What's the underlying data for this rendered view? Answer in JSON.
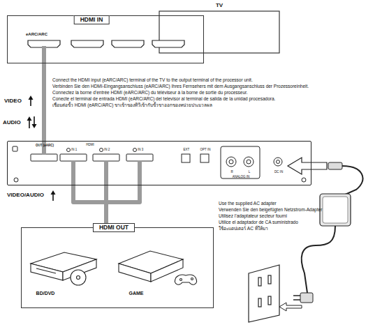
{
  "diagram": {
    "nodes": [
      {
        "text": [
          "TV"
        ]
      },
      {
        "text": [
          "HDMI IN",
          "eARC/ARC"
        ]
      },
      {
        "text": [
          "OUT (eARC)",
          "HDMI",
          "IN 1",
          "IN 2",
          "IN 3",
          "EXT",
          "OPT IN",
          "R",
          "L",
          "ANALOG IN",
          "DC IN"
        ]
      },
      {
        "text": [
          "HDMI OUT"
        ]
      },
      {
        "text": [
          "BD/DVD"
        ],
        "in": 3
      },
      {
        "text": [
          "GAME"
        ],
        "in": 3
      }
    ],
    "edges": [
      {
        "from": 1,
        "to": 2,
        "arrow": "none"
      },
      {
        "from": 3,
        "to": 2,
        "arrow": "none"
      }
    ],
    "labels": [
      "Connect the HDMI input (eARC/ARC) terminal of the TV to the output terminal of the processor unit.",
      "Verbinden Sie den HDMI-Eingangsanschluss (eARC/ARC) Ihres Fernsehers mit dem Ausgangsanschluss der Prozessoreinheit.",
      "Connectez la borne d’entrée HDMI (eARC/ARC) du téléviseur à la borne de sortie du processeur.",
      "Conecte el terminal de entrada HDMI (eARC/ARC) del televisor al terminal de salida de la unidad procesadora.",
      "เชื่อมต่อขั้ว HDMI (eARC/ARC) ขาเข้าของทีวีเข้ากับขั้วขาออกของหน่วยประมวลผล",
      "VIDEO",
      "AUDIO",
      "VIDEO/AUDIO",
      "Use the supplied AC adapter",
      "Verwenden Sie den beigefügten Netzstrom-Adapter",
      "Utilisez l’adaptateur secteur fourni",
      "Utilice el adaptador de CA suministrado",
      "ใช้อะแดปเตอร์ AC ที่ให้มา"
    ]
  }
}
